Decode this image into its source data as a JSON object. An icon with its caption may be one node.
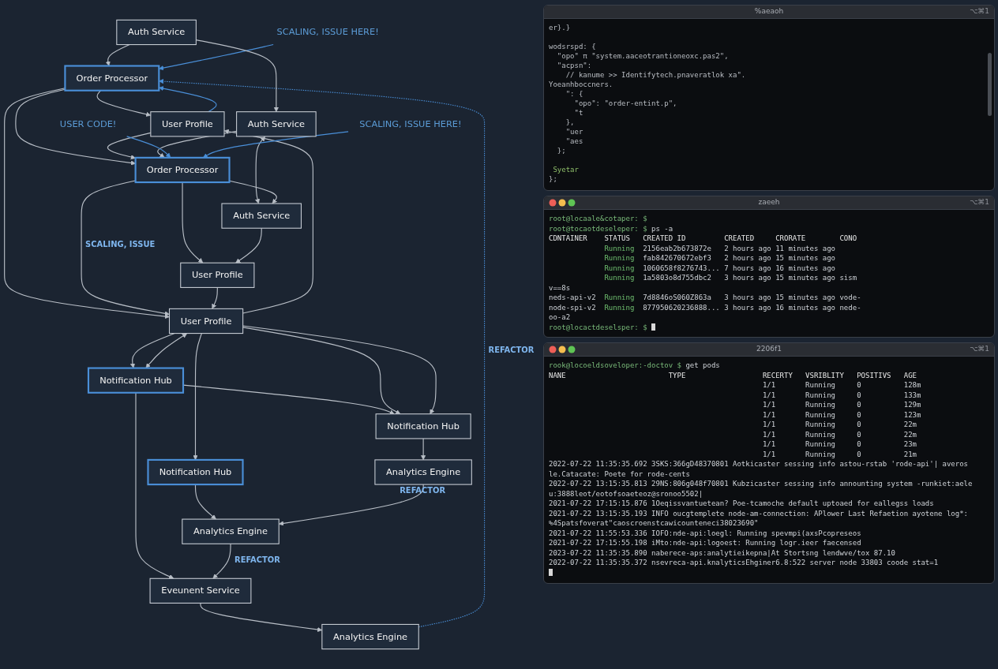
{
  "diagram": {
    "nodes": [
      {
        "text": [
          "Auth Service"
        ]
      },
      {
        "text": [
          "Order Processor"
        ]
      },
      {
        "text": [
          "User Profile"
        ]
      },
      {
        "text": [
          "Notification Hub"
        ]
      },
      {
        "text": [
          "Analytics Engine"
        ]
      },
      {
        "text": [
          "Eveunent Service"
        ]
      },
      {
        "text": [
          "Auth Service"
        ]
      },
      {
        "text": [
          "Order Processor"
        ]
      },
      {
        "text": [
          "User Profile"
        ]
      },
      {
        "text": [
          "Notification Hub"
        ]
      },
      {
        "text": [
          "Analytics Engine"
        ]
      },
      {
        "text": [
          "Auth Service"
        ]
      },
      {
        "text": [
          "User Profile"
        ]
      },
      {
        "text": [
          "Notification Hub"
        ]
      },
      {
        "text": [
          "Analytics Engine"
        ]
      },
      {
        "text": [
          "SCALING, ISSUE HERE!"
        ]
      },
      {
        "text": [
          "USER CODE!"
        ]
      },
      {
        "text": [
          "SCALING, ISSUE HERE!"
        ]
      }
    ],
    "edges": [
      {
        "from": 0,
        "to": 1,
        "arrow": "to"
      },
      {
        "from": 1,
        "to": 2,
        "arrow": "to"
      },
      {
        "from": 2,
        "to": 1,
        "arrow": "to",
        "color": "#4a8fd8"
      },
      {
        "from": 4,
        "to": 1,
        "arrow": "to",
        "style": "dashed",
        "color": "#4a8fd8",
        "label": "REFACTOR"
      },
      {
        "from": 3,
        "to": 5,
        "arrow": "to"
      },
      {
        "from": 5,
        "to": 4,
        "arrow": "to"
      },
      {
        "from": 15,
        "to": 1,
        "arrow": "to",
        "color": "#4a8fd8"
      },
      {
        "from": 0,
        "to": 6,
        "arrow": "to"
      },
      {
        "from": 1,
        "to": 7,
        "arrow": "to"
      },
      {
        "from": 1,
        "to": 8,
        "arrow": "to"
      },
      {
        "from": 2,
        "to": 7,
        "arrow": "to"
      },
      {
        "from": 8,
        "to": 2,
        "arrow": "to"
      },
      {
        "from": 8,
        "to": 3,
        "arrow": "to"
      },
      {
        "from": 8,
        "to": 3,
        "arrow": "both"
      },
      {
        "from": 6,
        "to": 7,
        "arrow": "to"
      },
      {
        "from": 7,
        "to": 8,
        "arrow": "to",
        "label": "SCALING, ISSUE"
      },
      {
        "from": 8,
        "to": 9,
        "arrow": "to"
      },
      {
        "from": 9,
        "to": 10,
        "arrow": "to"
      },
      {
        "from": 10,
        "to": 5,
        "arrow": "to",
        "label": "REFACTOR"
      },
      {
        "from": 3,
        "to": 13,
        "arrow": "to"
      },
      {
        "from": 8,
        "to": 13,
        "arrow": "to"
      },
      {
        "from": 8,
        "to": 13,
        "arrow": "to"
      },
      {
        "from": 6,
        "to": 11,
        "arrow": "both"
      },
      {
        "from": 16,
        "to": 7,
        "arrow": "to",
        "color": "#4a8fd8"
      },
      {
        "from": 17,
        "to": 7,
        "arrow": "to",
        "color": "#4a8fd8"
      },
      {
        "from": 7,
        "to": 11,
        "arrow": "to"
      },
      {
        "from": 7,
        "to": 12,
        "arrow": "to"
      },
      {
        "from": 11,
        "to": 12,
        "arrow": "to"
      },
      {
        "from": 12,
        "to": 8,
        "arrow": "to"
      },
      {
        "from": 13,
        "to": 14,
        "arrow": "to"
      },
      {
        "from": 14,
        "to": 10,
        "arrow": "to",
        "label": "REFACTOR"
      }
    ],
    "labels": [
      "%aeaoh",
      "⌥⌘1",
      "er}.}",
      "wodsrspd: {",
      "\"opo\" π \"system.aaceotrantioneoxc.pas2\",",
      "\"acpsn\":",
      "// kanume >> Identifytech.pnaveratlok xa\".",
      "Yoeanhboccners.",
      "\": {",
      "\"opo\": \"order-entint.p\",",
      "\"t",
      "},",
      "\"uer",
      "\"aes",
      "};",
      "Syetar",
      "};",
      "zaeeh",
      "⌥⌘1",
      "root@locaale&cotaper: $",
      "root@tocaotdeseleper: $",
      "ps -a",
      "CDNTAINER",
      "STATUS",
      "CREATED ID",
      "CREATED",
      "CRORATE",
      "CONO",
      "Running",
      "2156eab2b673872e",
      "2 hours ago",
      "11 minutes ago",
      "Running",
      "fab842670672ebf3",
      "2 hours ago",
      "15 minutes ago",
      "Running",
      "1060658f8276743...",
      "7 hours ago",
      "16 minutes ago",
      "Running",
      "1a5803o8d755dbc2",
      "3 hours ago",
      "15 minutes ago",
      "sism",
      "v==8s",
      "neds-api-v2",
      "Running",
      "7d8846oS060Z863a",
      "3 hours ago",
      "15 minutes ago",
      "vode-",
      "node-spi-v2",
      "Running",
      "877950620236888...",
      "3 hours ago",
      "16 minutes ago",
      "nede-",
      "oo-a2",
      "root@locactdeselsper: $",
      "2206f1",
      "⌥⌘1",
      "rook@locoeldsoveloper:-doctov $",
      "get pods",
      "NANE",
      "TYPE",
      "RECERTY",
      "VSRIBLITY",
      "POSITIVS",
      "AGE",
      "1/1",
      "Running",
      "0",
      "128m",
      "1/1",
      "Running",
      "0",
      "133m",
      "1/1",
      "Running",
      "0",
      "129m",
      "1/1",
      "Running",
      "0",
      "123m",
      "1/1",
      "Running",
      "0",
      "22m",
      "1/1",
      "Running",
      "0",
      "22m",
      "1/1",
      "Running",
      "0",
      "23m",
      "1/1",
      "Running",
      "0",
      "21m",
      "2022-07-22 11:35:35.692 3SKS:366gD48370801 Aotkicaster sessing info astou-rstab 'rode-api'| averos",
      "le.Catacate: Poete for rode-cents",
      "2022-07-22 13:15:35.813 29NS:806g048f70801 Kubzicaster sessing info announting system -runkiet:aele",
      "u:3888leot/eotofsoaeteoz@sronoo5502|",
      "2021-07-22 17:15:15.876 1Oeqissvantuetean? Poe-tcamoche default uptoaed for eallegss loads",
      "2021-07-22 13:15:35.193 INFO oucgtemplete node-am-connection: APlower Last Refaetion ayotene log*:",
      "%4Spatsfoverat\"caoscroenstcawicounteneci38023690\"",
      "2021-07-22 11:55:53.336 IOFO:nde-api:loegl: Running spevmpi(axsPcopreseos",
      "2021-07-22 17:15:55.198 iMto:nde-api:logoest: Running logr.ieer faecensed",
      "2023-07-22 11:35:35.890 naberece-aps:analytieikepna|At Stortsng lendwve/tox 87.10",
      "2022-07-22 11:35:35.372 nsevreca-api.knalyticsEhginer6.8:522 server node 33803 coode stat=1"
    ]
  }
}
